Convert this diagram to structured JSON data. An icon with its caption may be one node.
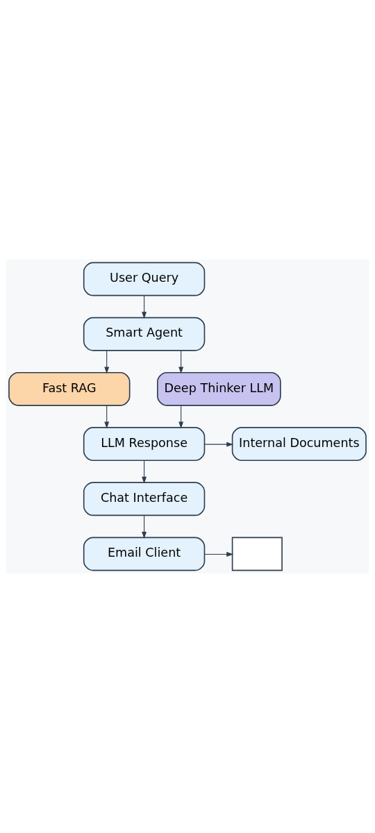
{
  "diagram": {
    "nodes": [
      {
        "text": [
          "User Query"
        ]
      },
      {
        "text": [
          "Smart Agent"
        ]
      },
      {
        "text": [
          "Fast RAG"
        ]
      },
      {
        "text": [
          "Deep Thinker LLM"
        ]
      },
      {
        "text": [
          "LLM Response"
        ]
      },
      {
        "text": [
          "Internal Documents"
        ]
      },
      {
        "text": [
          "Chat Interface"
        ]
      },
      {
        "text": [
          "Email Client"
        ]
      },
      {
        "text": [],
        "shape": "envelope"
      }
    ],
    "edges": [
      {
        "from": 0,
        "to": 1,
        "arrow": "to"
      },
      {
        "from": 1,
        "to": 2,
        "arrow": "to"
      },
      {
        "from": 1,
        "to": 3,
        "arrow": "to"
      },
      {
        "from": 2,
        "to": 4,
        "arrow": "to"
      },
      {
        "from": 3,
        "to": 4,
        "arrow": "to"
      },
      {
        "from": 4,
        "to": 5,
        "arrow": "to"
      },
      {
        "from": 4,
        "to": 6,
        "arrow": "to"
      },
      {
        "from": 6,
        "to": 7,
        "arrow": "to"
      },
      {
        "from": 7,
        "to": 8,
        "arrow": "to"
      }
    ]
  }
}
